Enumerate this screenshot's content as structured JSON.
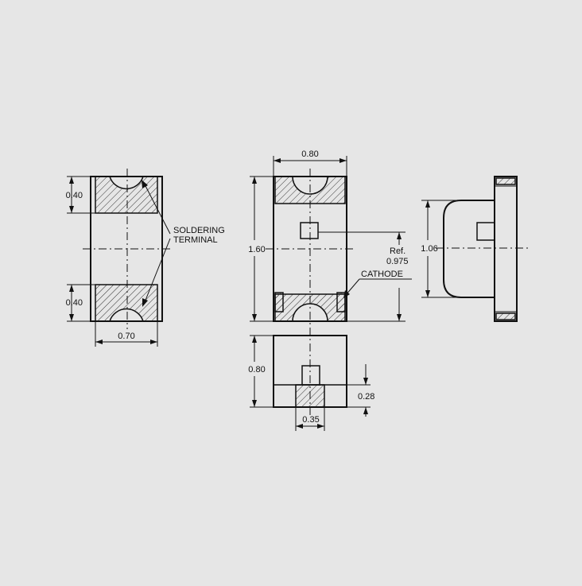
{
  "diagram": {
    "dimensions": {
      "left_top_pad_height": "0.40",
      "left_bottom_pad_height": "0.40",
      "left_width": "0.70",
      "top_width": "0.80",
      "top_length": "1.60",
      "ref_label": "Ref.",
      "ref_value": "0.975",
      "side_height": "1.06",
      "bottom_height": "0.80",
      "bottom_pad_height": "0.28",
      "bottom_pad_width": "0.35"
    },
    "labels": {
      "soldering_line1": "SOLDERING",
      "soldering_line2": "TERMINAL",
      "cathode": "CATHODE"
    },
    "colors": {
      "background": "#e6e6e6",
      "line": "#111111"
    }
  }
}
